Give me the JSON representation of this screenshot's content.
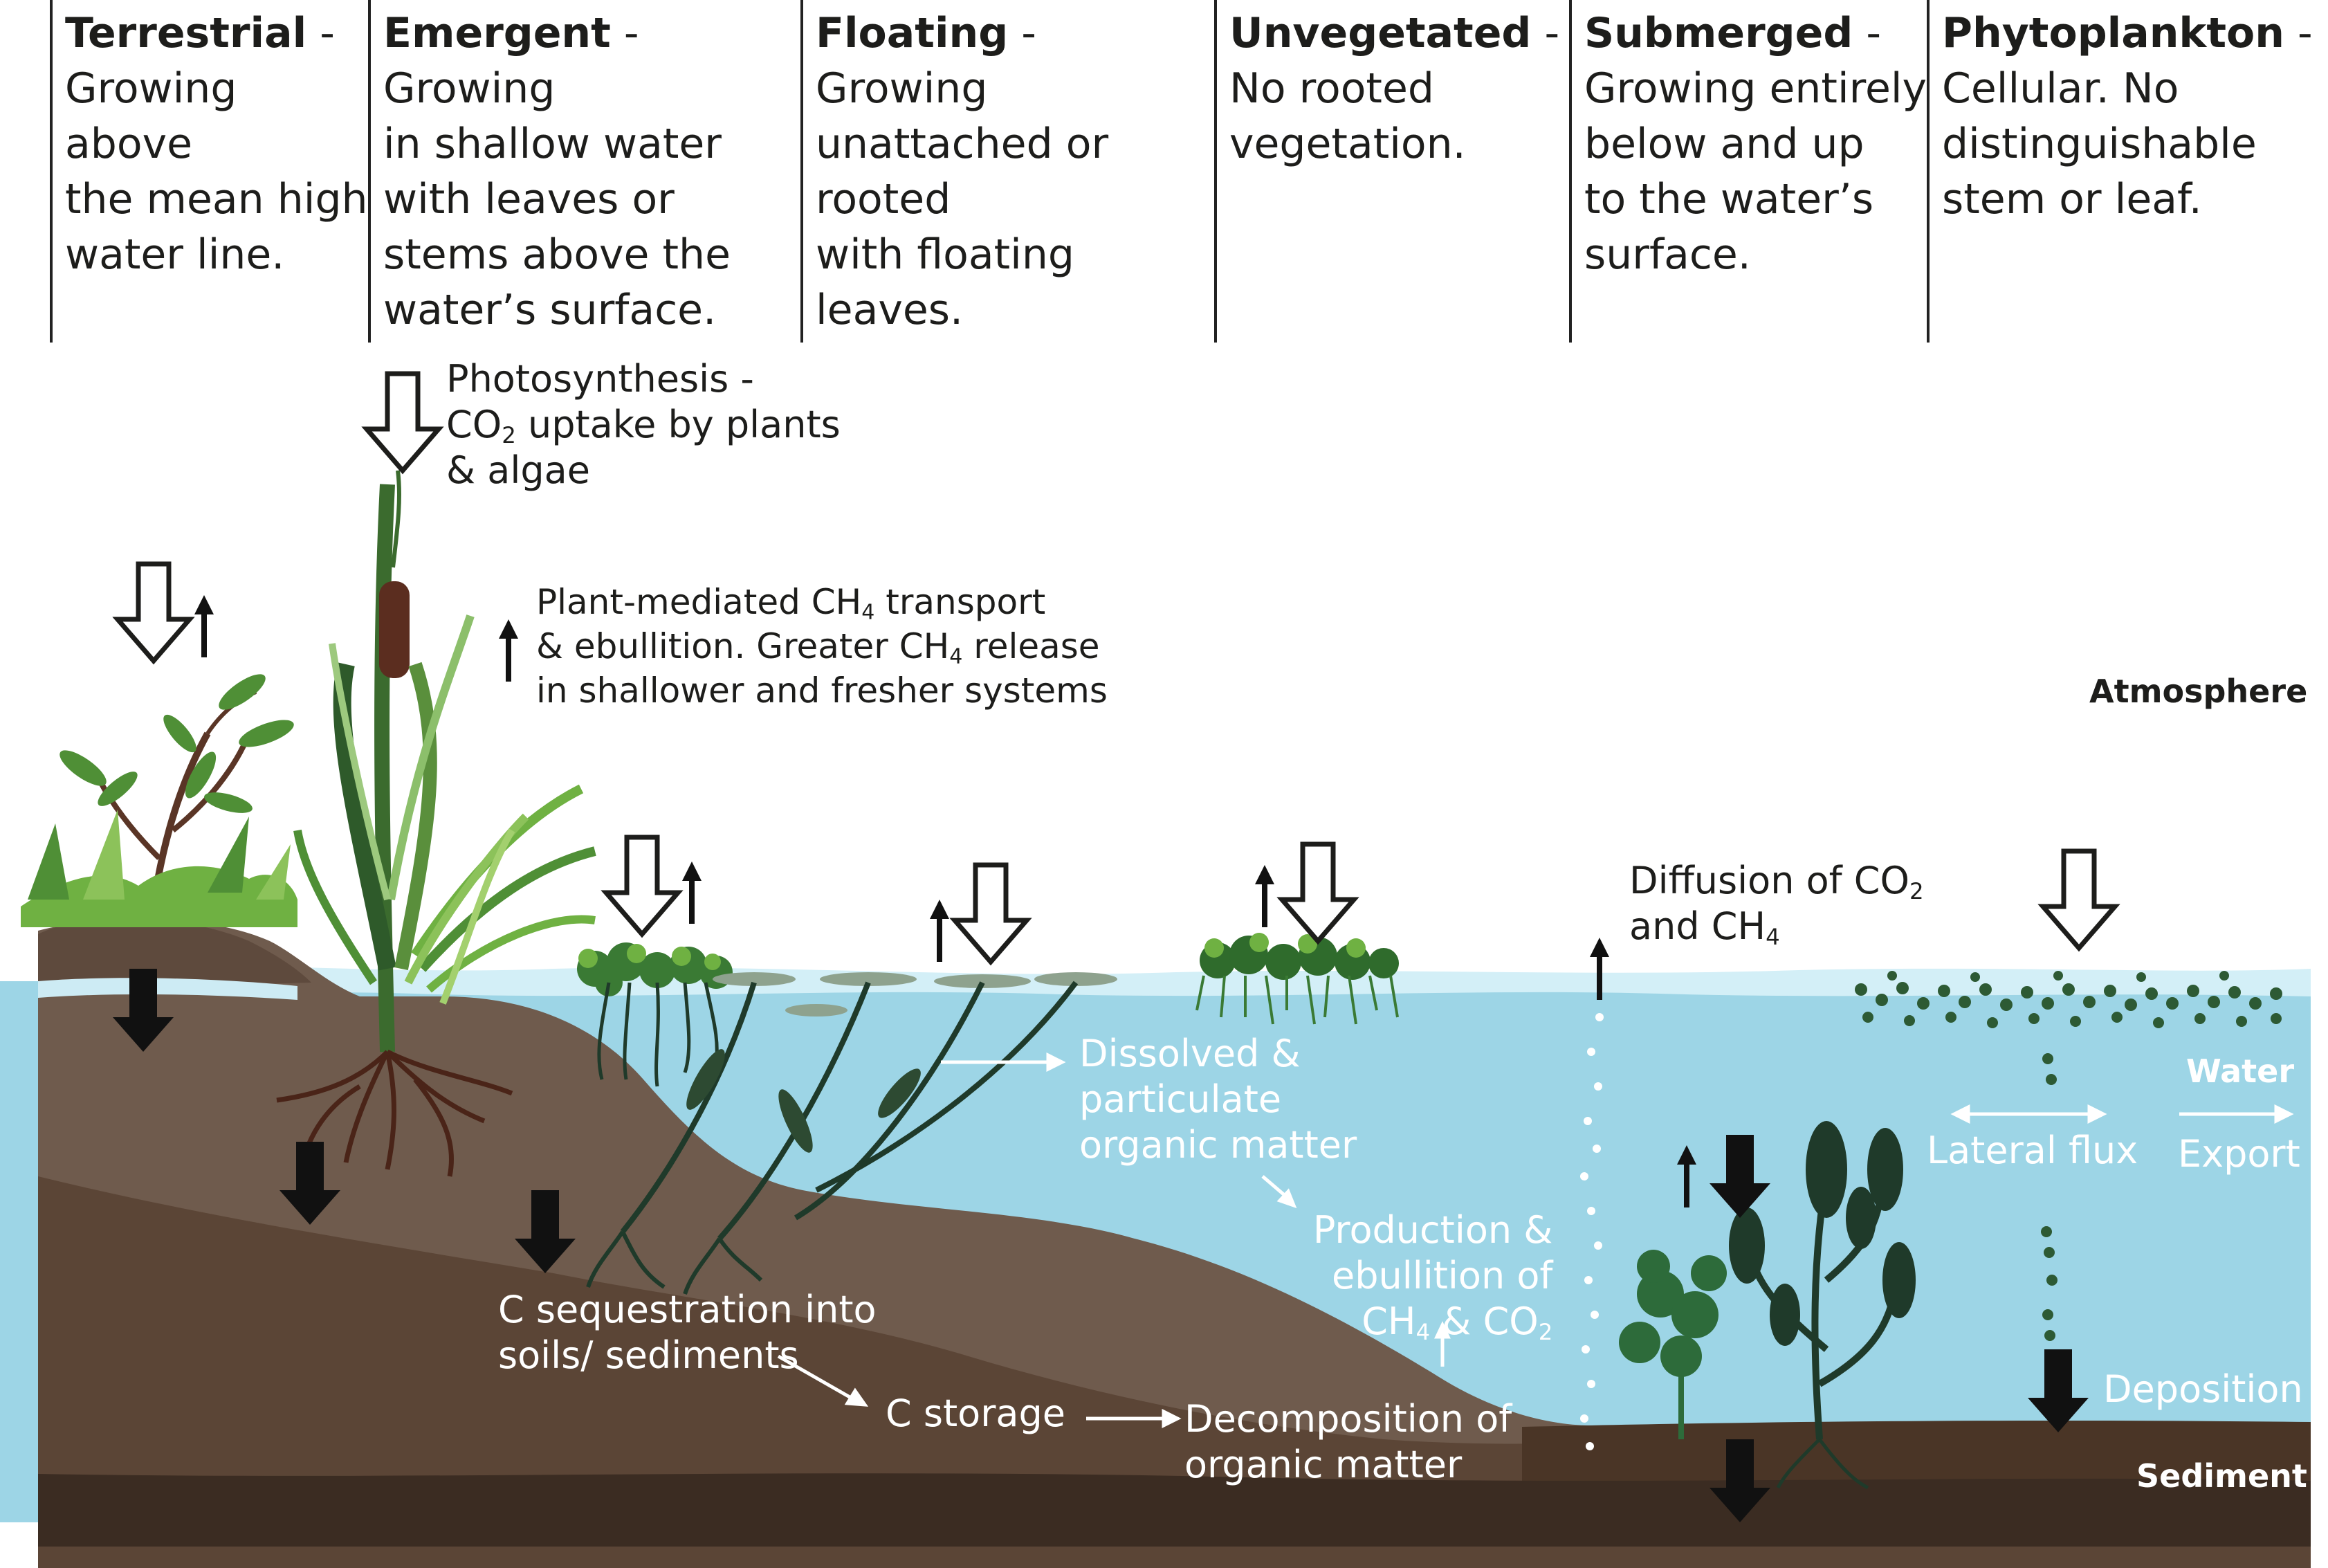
{
  "columns": [
    {
      "title": "Terrestrial",
      "sep": " -",
      "lines": [
        "Growing above",
        "the mean high",
        "water line."
      ]
    },
    {
      "title": "Emergent",
      "sep": " - Growing",
      "lines": [
        "in shallow water",
        "with leaves or",
        "stems above the",
        "water’s surface."
      ]
    },
    {
      "title": "Floating",
      "sep": " - Growing",
      "lines": [
        "unattached or rooted",
        "with floating leaves."
      ]
    },
    {
      "title": "Unvegetated",
      "sep": " -",
      "lines": [
        "No rooted",
        "vegetation."
      ]
    },
    {
      "title": "Submerged",
      "sep": " -",
      "lines": [
        "Growing entirely",
        "below and up",
        "to the water’s",
        "surface."
      ]
    },
    {
      "title": "Phytoplankton",
      "sep": " -",
      "lines": [
        "Cellular. No",
        "distinguishable",
        "stem or leaf."
      ]
    }
  ],
  "labels": {
    "photosynthesis_1": "Photosynthesis -",
    "photosynthesis_2a": "CO",
    "photosynthesis_2sub": "2",
    "photosynthesis_2b": " uptake by plants",
    "photosynthesis_3": "& algae",
    "plant_mediated_1a": "Plant-mediated CH",
    "plant_mediated_1sub": "4",
    "plant_mediated_1b": " transport",
    "plant_mediated_2a": "& ebullition. Greater CH",
    "plant_mediated_2sub": "4",
    "plant_mediated_2b": " release",
    "plant_mediated_3": "in shallower and fresher systems",
    "atmosphere": "Atmosphere",
    "water": "Water",
    "sediment": "Sediment",
    "diffusion_1a": "Diffusion of CO",
    "diffusion_1sub": "2",
    "diffusion_2a": "and CH",
    "diffusion_2sub": "4",
    "dissolved_1": "Dissolved &",
    "dissolved_2": "particulate",
    "dissolved_3": "organic matter",
    "production_1": "Production &",
    "production_2": "ebullition of",
    "production_3a": "CH",
    "production_3sub": "4",
    "production_3b": " & CO",
    "production_3sub2": "2",
    "lateral_flux": "Lateral flux",
    "export": "Export",
    "deposition": "Deposition",
    "sequestration_1": "C sequestration into",
    "sequestration_2": "soils/ sediments",
    "c_storage": "C storage",
    "decomposition_1": "Decomposition of",
    "decomposition_2": "organic matter"
  },
  "colors": {
    "water": "#9dd5e6",
    "water_surface": "#c9ecf5",
    "soil_upper": "#6f5b4d",
    "soil_mid": "#5b4536",
    "soil_dark": "#3b2c22",
    "sediment": "#4a3526",
    "plant_dark": "#1f3a2a",
    "plant_green": "#5a9b3c",
    "plant_light": "#8cc25a",
    "root": "#4a2418"
  },
  "icons": [
    "open-down-arrow-icon",
    "up-arrow-icon",
    "solid-down-arrow-icon",
    "double-arrow-icon",
    "right-arrow-icon"
  ]
}
